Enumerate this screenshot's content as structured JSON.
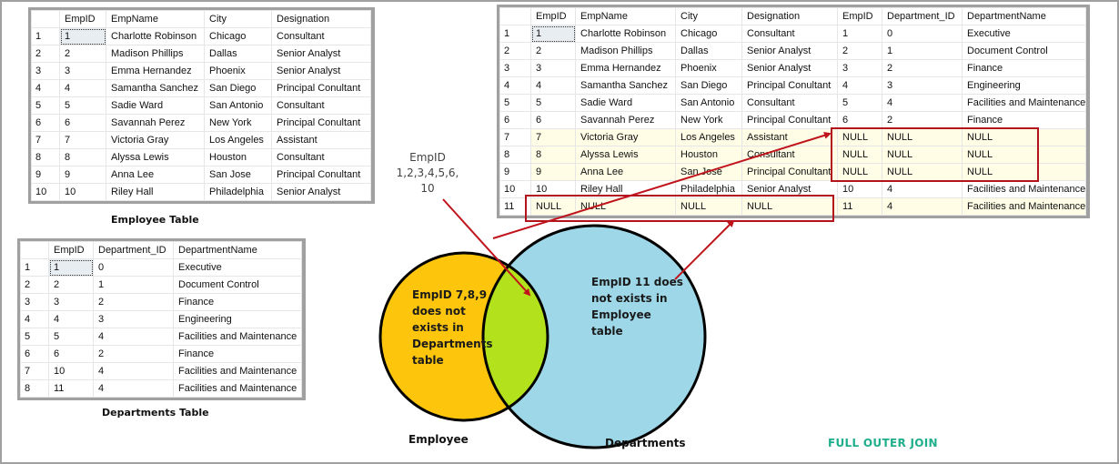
{
  "employee_table": {
    "caption": "Employee Table",
    "columns": [
      "",
      "EmpID",
      "EmpName",
      "City",
      "Designation"
    ],
    "rows": [
      [
        "1",
        "1",
        "Charlotte Robinson",
        "Chicago",
        "Consultant"
      ],
      [
        "2",
        "2",
        "Madison Phillips",
        "Dallas",
        "Senior Analyst"
      ],
      [
        "3",
        "3",
        "Emma Hernandez",
        "Phoenix",
        "Senior Analyst"
      ],
      [
        "4",
        "4",
        "Samantha Sanchez",
        "San Diego",
        "Principal Conultant"
      ],
      [
        "5",
        "5",
        "Sadie Ward",
        "San Antonio",
        "Consultant"
      ],
      [
        "6",
        "6",
        "Savannah Perez",
        "New York",
        "Principal Conultant"
      ],
      [
        "7",
        "7",
        "Victoria Gray",
        "Los Angeles",
        "Assistant"
      ],
      [
        "8",
        "8",
        "Alyssa Lewis",
        "Houston",
        "Consultant"
      ],
      [
        "9",
        "9",
        "Anna Lee",
        "San Jose",
        "Principal Conultant"
      ],
      [
        "10",
        "10",
        "Riley Hall",
        "Philadelphia",
        "Senior Analyst"
      ]
    ]
  },
  "departments_table": {
    "caption": "Departments Table",
    "columns": [
      "",
      "EmpID",
      "Department_ID",
      "DepartmentName"
    ],
    "rows": [
      [
        "1",
        "1",
        "0",
        "Executive"
      ],
      [
        "2",
        "2",
        "1",
        "Document Control"
      ],
      [
        "3",
        "3",
        "2",
        "Finance"
      ],
      [
        "4",
        "4",
        "3",
        "Engineering"
      ],
      [
        "5",
        "5",
        "4",
        "Facilities and Maintenance"
      ],
      [
        "6",
        "6",
        "2",
        "Finance"
      ],
      [
        "7",
        "10",
        "4",
        "Facilities and Maintenance"
      ],
      [
        "8",
        "11",
        "4",
        "Facilities and Maintenance"
      ]
    ]
  },
  "join_result": {
    "columns": [
      "",
      "EmpID",
      "EmpName",
      "City",
      "Designation",
      "EmpID",
      "Department_ID",
      "DepartmentName"
    ],
    "rows": [
      [
        "1",
        "1",
        "Charlotte Robinson",
        "Chicago",
        "Consultant",
        "1",
        "0",
        "Executive"
      ],
      [
        "2",
        "2",
        "Madison Phillips",
        "Dallas",
        "Senior Analyst",
        "2",
        "1",
        "Document Control"
      ],
      [
        "3",
        "3",
        "Emma Hernandez",
        "Phoenix",
        "Senior Analyst",
        "3",
        "2",
        "Finance"
      ],
      [
        "4",
        "4",
        "Samantha Sanchez",
        "San Diego",
        "Principal Conultant",
        "4",
        "3",
        "Engineering"
      ],
      [
        "5",
        "5",
        "Sadie Ward",
        "San Antonio",
        "Consultant",
        "5",
        "4",
        "Facilities and Maintenance"
      ],
      [
        "6",
        "6",
        "Savannah Perez",
        "New York",
        "Principal Conultant",
        "6",
        "2",
        "Finance"
      ],
      [
        "7",
        "7",
        "Victoria Gray",
        "Los Angeles",
        "Assistant",
        "NULL",
        "NULL",
        "NULL"
      ],
      [
        "8",
        "8",
        "Alyssa Lewis",
        "Houston",
        "Consultant",
        "NULL",
        "NULL",
        "NULL"
      ],
      [
        "9",
        "9",
        "Anna Lee",
        "San Jose",
        "Principal Conultant",
        "NULL",
        "NULL",
        "NULL"
      ],
      [
        "10",
        "10",
        "Riley Hall",
        "Philadelphia",
        "Senior Analyst",
        "10",
        "4",
        "Facilities and Maintenance"
      ],
      [
        "11",
        "NULL",
        "NULL",
        "NULL",
        "NULL",
        "11",
        "4",
        "Facilities and Maintenance"
      ]
    ]
  },
  "venn": {
    "left_label": "Employee",
    "right_label": "Departments",
    "left_text": [
      "EmpID 7,8,9",
      "does not",
      "exists in",
      "Departments",
      "table"
    ],
    "right_text": [
      "EmpID 11 does",
      "not exists in",
      "Employee",
      "table"
    ],
    "intersection_note": [
      "EmpID",
      "1,2,3,4,5,6,",
      "10"
    ],
    "colors": {
      "left": "#fdc60c",
      "right": "#9ed8e8",
      "intersection": "#b3e11c",
      "arrow": "#c0141c",
      "highlight_box": "#b3141c"
    }
  },
  "title": "FULL OUTER JOIN",
  "title_color": "#1fae8c"
}
